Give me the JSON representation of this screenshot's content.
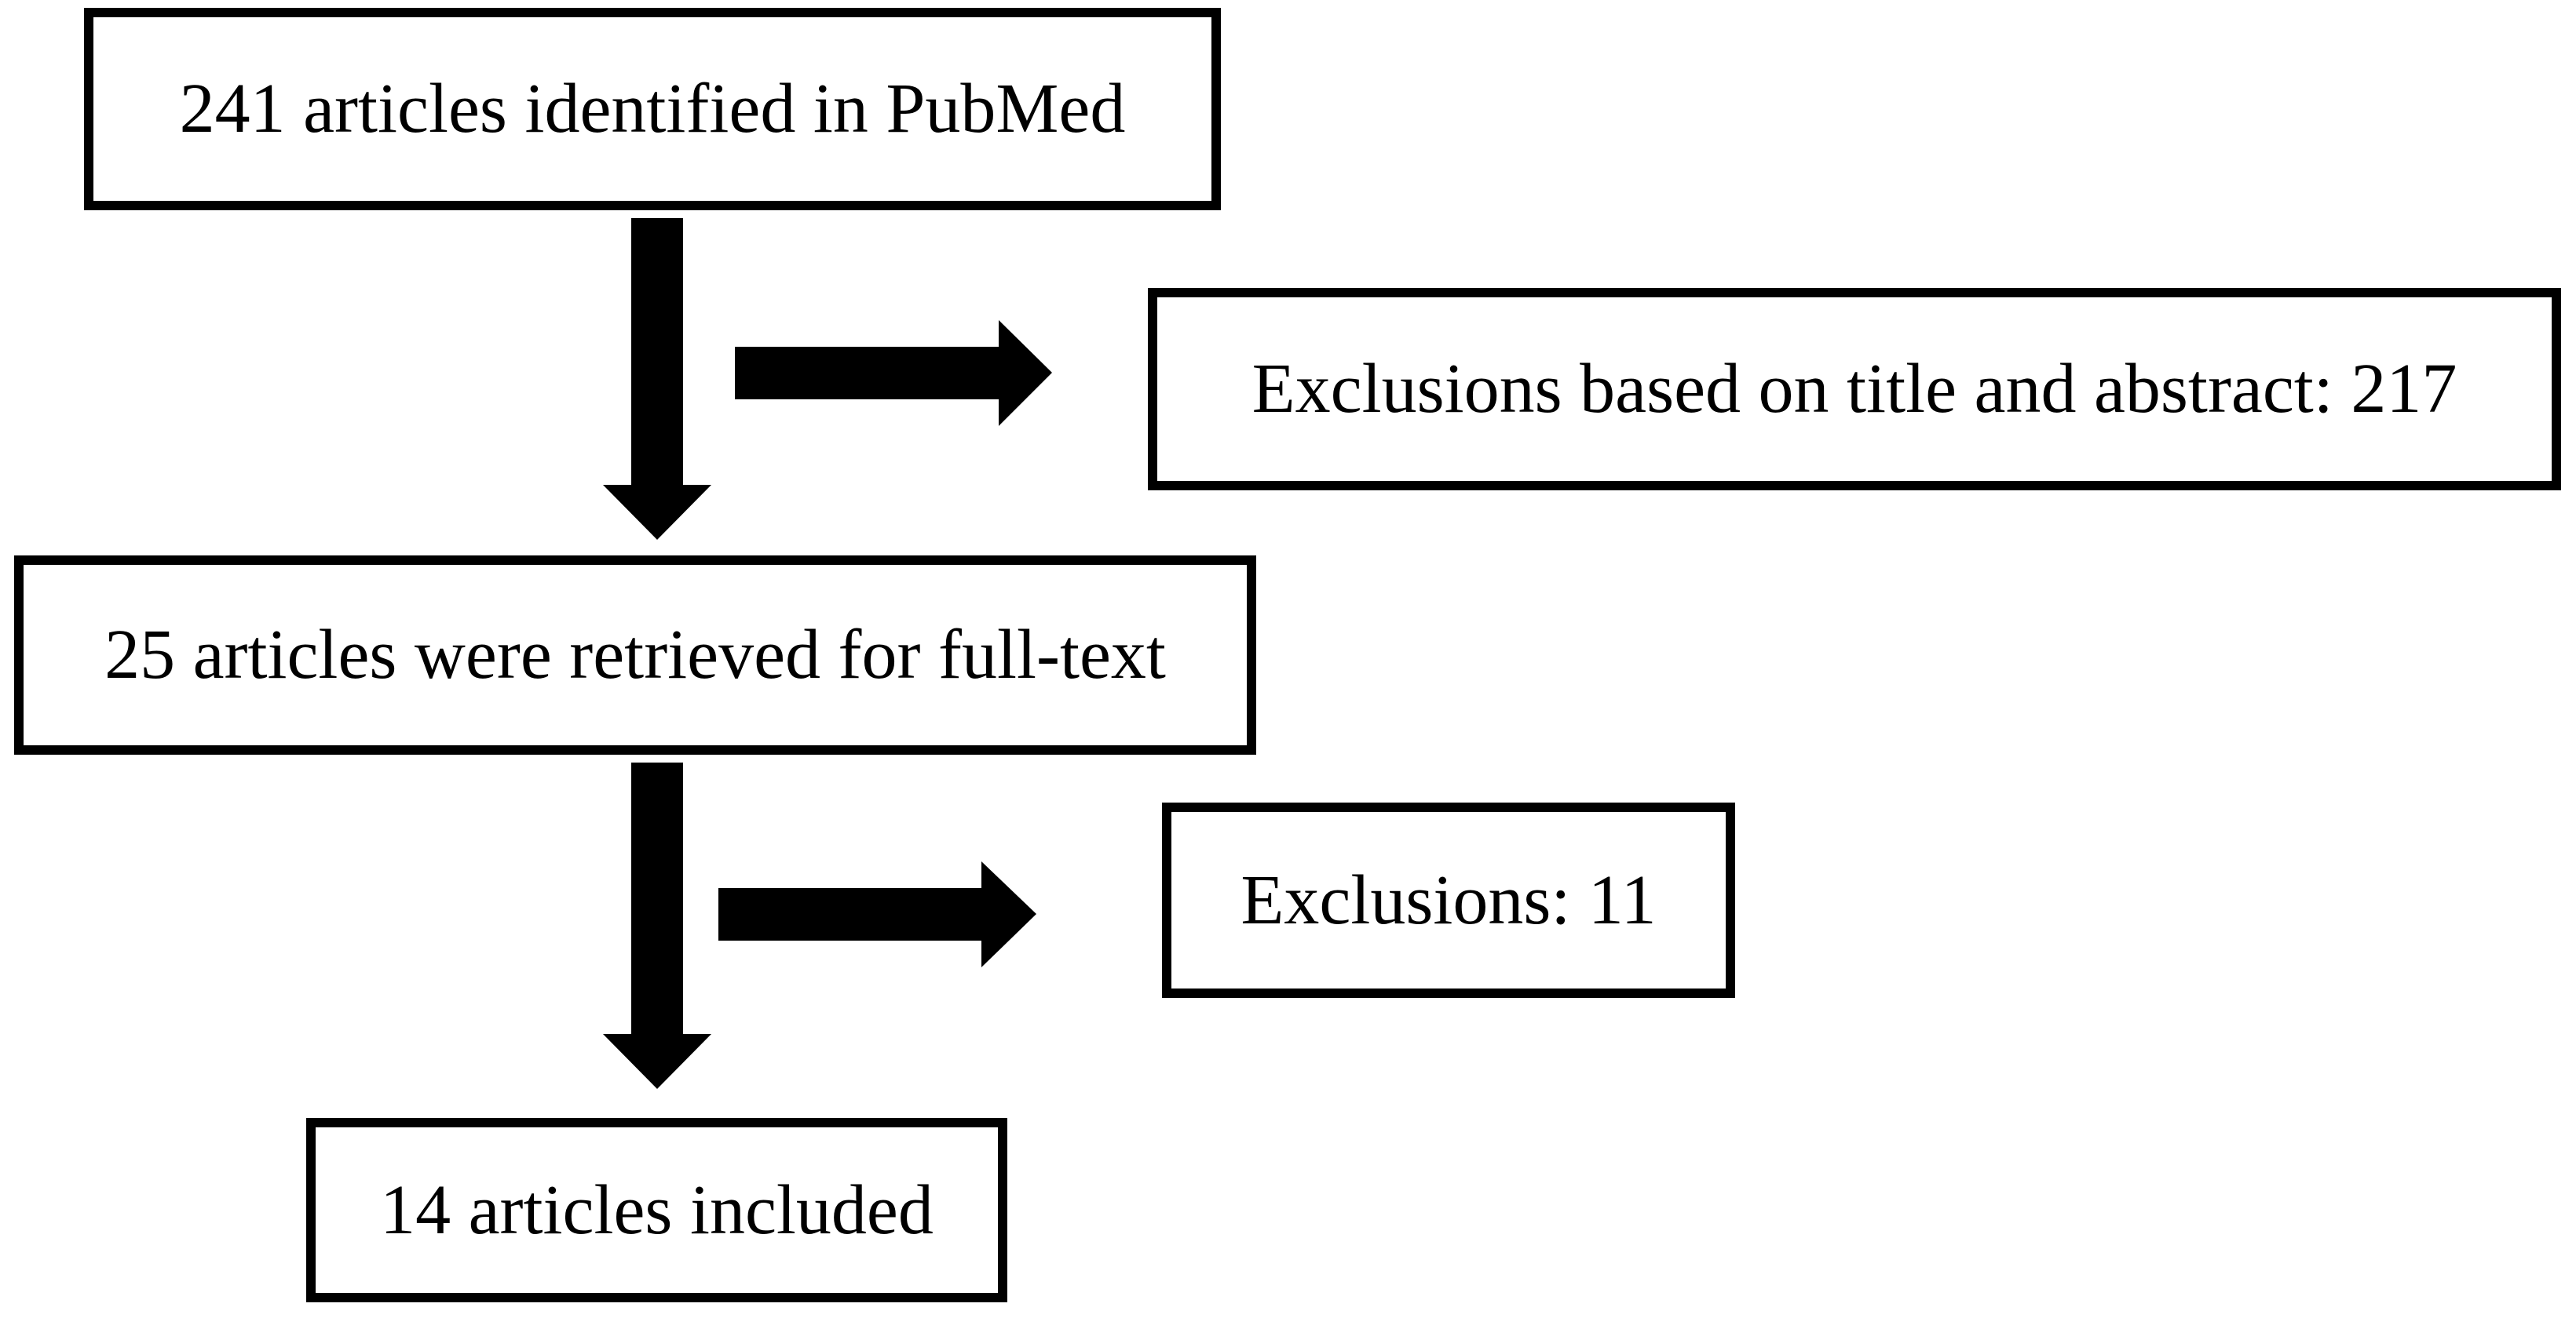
{
  "colors": {
    "background": "#ffffff",
    "line": "#000000",
    "text": "#000000"
  },
  "diagram": {
    "type": "flowchart",
    "nodes": [
      {
        "id": "identified",
        "label": "241 articles identified in PubMed"
      },
      {
        "id": "excluded-title-abstract",
        "label": "Exclusions based on title and abstract: 217"
      },
      {
        "id": "retrieved-fulltext",
        "label": "25 articles were retrieved for full-text"
      },
      {
        "id": "excluded-fulltext",
        "label": "Exclusions: 11"
      },
      {
        "id": "included",
        "label": "14 articles included"
      }
    ],
    "edges": [
      {
        "from": "identified",
        "to": "retrieved-fulltext",
        "direction": "down"
      },
      {
        "from": "identified",
        "to": "excluded-title-abstract",
        "direction": "right"
      },
      {
        "from": "retrieved-fulltext",
        "to": "included",
        "direction": "down"
      },
      {
        "from": "retrieved-fulltext",
        "to": "excluded-fulltext",
        "direction": "right"
      }
    ]
  }
}
